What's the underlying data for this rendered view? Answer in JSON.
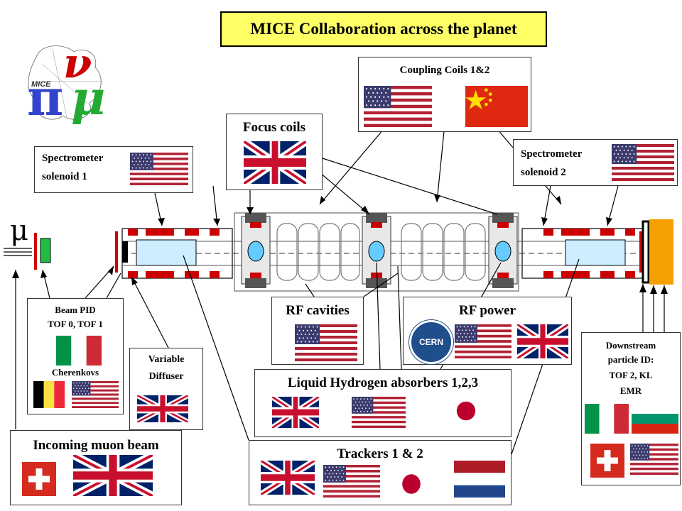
{
  "title": "MICE Collaboration across the planet",
  "logo": {
    "text": "MICE",
    "greek1": "π",
    "greek2": "μ",
    "greek3": "ν"
  },
  "muon_symbol": "μ",
  "labels": {
    "coupling_coils": "Coupling Coils 1&2",
    "focus_coils": "Focus coils",
    "spectrometer1_line1": "Spectrometer",
    "spectrometer1_line2": "solenoid 1",
    "spectrometer2_line1": "Spectrometer",
    "spectrometer2_line2": "solenoid 2",
    "rf_cavities": "RF cavities",
    "rf_power": "RF power",
    "beam_pid_line1": "Beam PID",
    "beam_pid_line2": "TOF 0, TOF 1",
    "cherenkovs": "Cherenkovs",
    "variable_diffuser_line1": "Variable",
    "variable_diffuser_line2": "Diffuser",
    "lh2_absorbers": "Liquid Hydrogen absorbers 1,2,3",
    "downstream_line1": "Downstream",
    "downstream_line2": "particle ID:",
    "downstream_line3": "TOF 2, KL",
    "downstream_line4": "EMR",
    "incoming_beam": "Incoming muon beam",
    "trackers": "Trackers 1 & 2",
    "cern": "CERN"
  },
  "colors": {
    "title_bg": "#ffff66",
    "lh2": "#66ccff",
    "detector": "#f5a000",
    "magnet": "#cc0000"
  }
}
